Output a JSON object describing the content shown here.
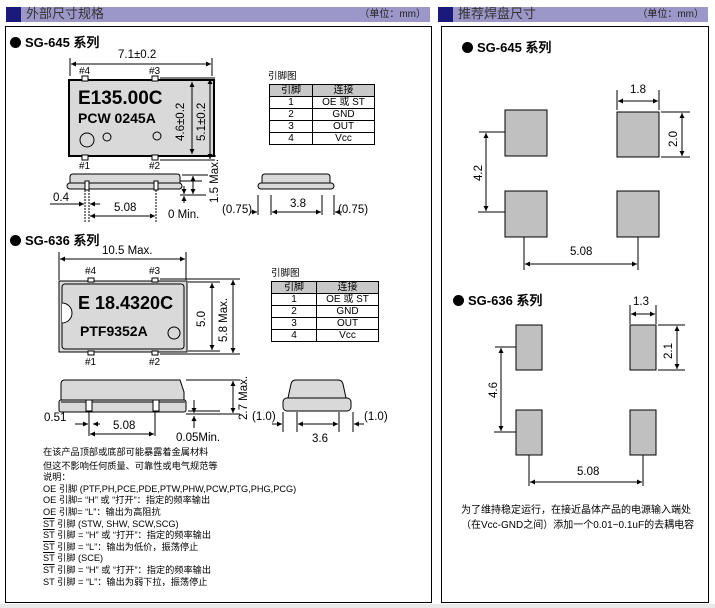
{
  "left_section": {
    "title": "外部尺寸规格",
    "unit": "（单位：mm）",
    "sg645": {
      "series_label": "SG-645  系列",
      "marking_line1": "E135.00C",
      "marking_line2": "PCW 0245A",
      "pin_labels": [
        "#1",
        "#2",
        "#3",
        "#4"
      ],
      "dims": {
        "width": "7.1±0.2",
        "body_height": "4.6±0.2",
        "total_height": "5.1±0.2",
        "max_thickness": "1.5 Max.",
        "min_standoff": "0 Min.",
        "lead_width": "0.4",
        "pitch": "5.08",
        "side_left": "(0.75)",
        "side_center": "3.8",
        "side_right": "(0.75)"
      },
      "pin_table": {
        "caption": "引脚图",
        "headers": [
          "引脚",
          "连接"
        ],
        "rows": [
          {
            "pin": "1",
            "conn": "OE 或 ST"
          },
          {
            "pin": "2",
            "conn": "GND"
          },
          {
            "pin": "3",
            "conn": "OUT"
          },
          {
            "pin": "4",
            "conn": "Vcc"
          }
        ]
      }
    },
    "sg636": {
      "series_label": "SG-636  系列",
      "marking_line1": "E 18.4320C",
      "marking_line2": "PTF9352A",
      "pin_labels": [
        "#1",
        "#2",
        "#3",
        "#4"
      ],
      "dims": {
        "width": "10.5 Max.",
        "body_height": "5.0",
        "total_height": "5.8 Max.",
        "max_thickness": "2.7 Max.",
        "min_standoff": "0.05Min.",
        "lead_width": "0.51",
        "pitch": "5.08",
        "side_left": "(1.0)",
        "side_center": "3.6",
        "side_right": "(1.0)"
      },
      "pin_table": {
        "caption": "引脚图",
        "headers": [
          "引脚",
          "连接"
        ],
        "rows": [
          {
            "pin": "1",
            "conn": "OE 或 ST"
          },
          {
            "pin": "2",
            "conn": "GND"
          },
          {
            "pin": "3",
            "conn": "OUT"
          },
          {
            "pin": "4",
            "conn": "Vcc"
          }
        ]
      }
    },
    "notes": [
      "在该产品顶部或底部可能暴露着金属材料",
      "但这不影响任何质量、可靠性或电气规范等",
      "说明：",
      "OE 引脚 (PTF,PH,PCE,PDE,PTW,PHW,PCW,PTG,PHG,PCG)",
      "OE 引脚=  “H” 或 “打开”：指定的频率输出",
      "OE 引脚=  “L”：输出为高阻抗"
    ],
    "st_notes": [
      {
        "pin": "ST",
        "overline": true,
        "text": " 引脚 (STW, SHW, SCW,SCG)"
      },
      {
        "pin": "ST",
        "overline": true,
        "text": " 引脚 =  “H” 或 “打开”：指定的频率输出"
      },
      {
        "pin": "ST",
        "overline": true,
        "text": " 引脚 =  “L”：输出为低价，振荡停止"
      },
      {
        "pin": "ST",
        "overline": true,
        "text": " 引脚 (SCE)"
      },
      {
        "pin": "ST",
        "overline": true,
        "text": " 引脚 =  “H” 或 “打开”：指定的频率输出"
      },
      {
        "pin": "ST",
        "overline": false,
        "text": " 引脚 =  “L”：输出为弱下拉，振荡停止"
      }
    ]
  },
  "right_section": {
    "title": "推荐焊盘尺寸",
    "unit": "（单位：mm）",
    "sg645": {
      "series_label": "SG-645  系列",
      "pad_width": "1.8",
      "pad_height": "2.0",
      "vertical_pitch": "4.2",
      "horizontal_pitch": "5.08"
    },
    "sg636": {
      "series_label": "SG-636  系列",
      "pad_width": "1.3",
      "pad_height": "2.1",
      "vertical_pitch": "4.6",
      "horizontal_pitch": "5.08"
    },
    "note": "为了维持稳定运行，在接近晶体产品的电源输入端处（在Vcc-GND之间）添加一个0.01~0.1uF的去耦电容"
  },
  "colors": {
    "header_bar": "#9b98c9",
    "header_square": "#1a1a7a",
    "component_body": "#d9d9d9",
    "pad_fill": "#c0c0c0"
  }
}
